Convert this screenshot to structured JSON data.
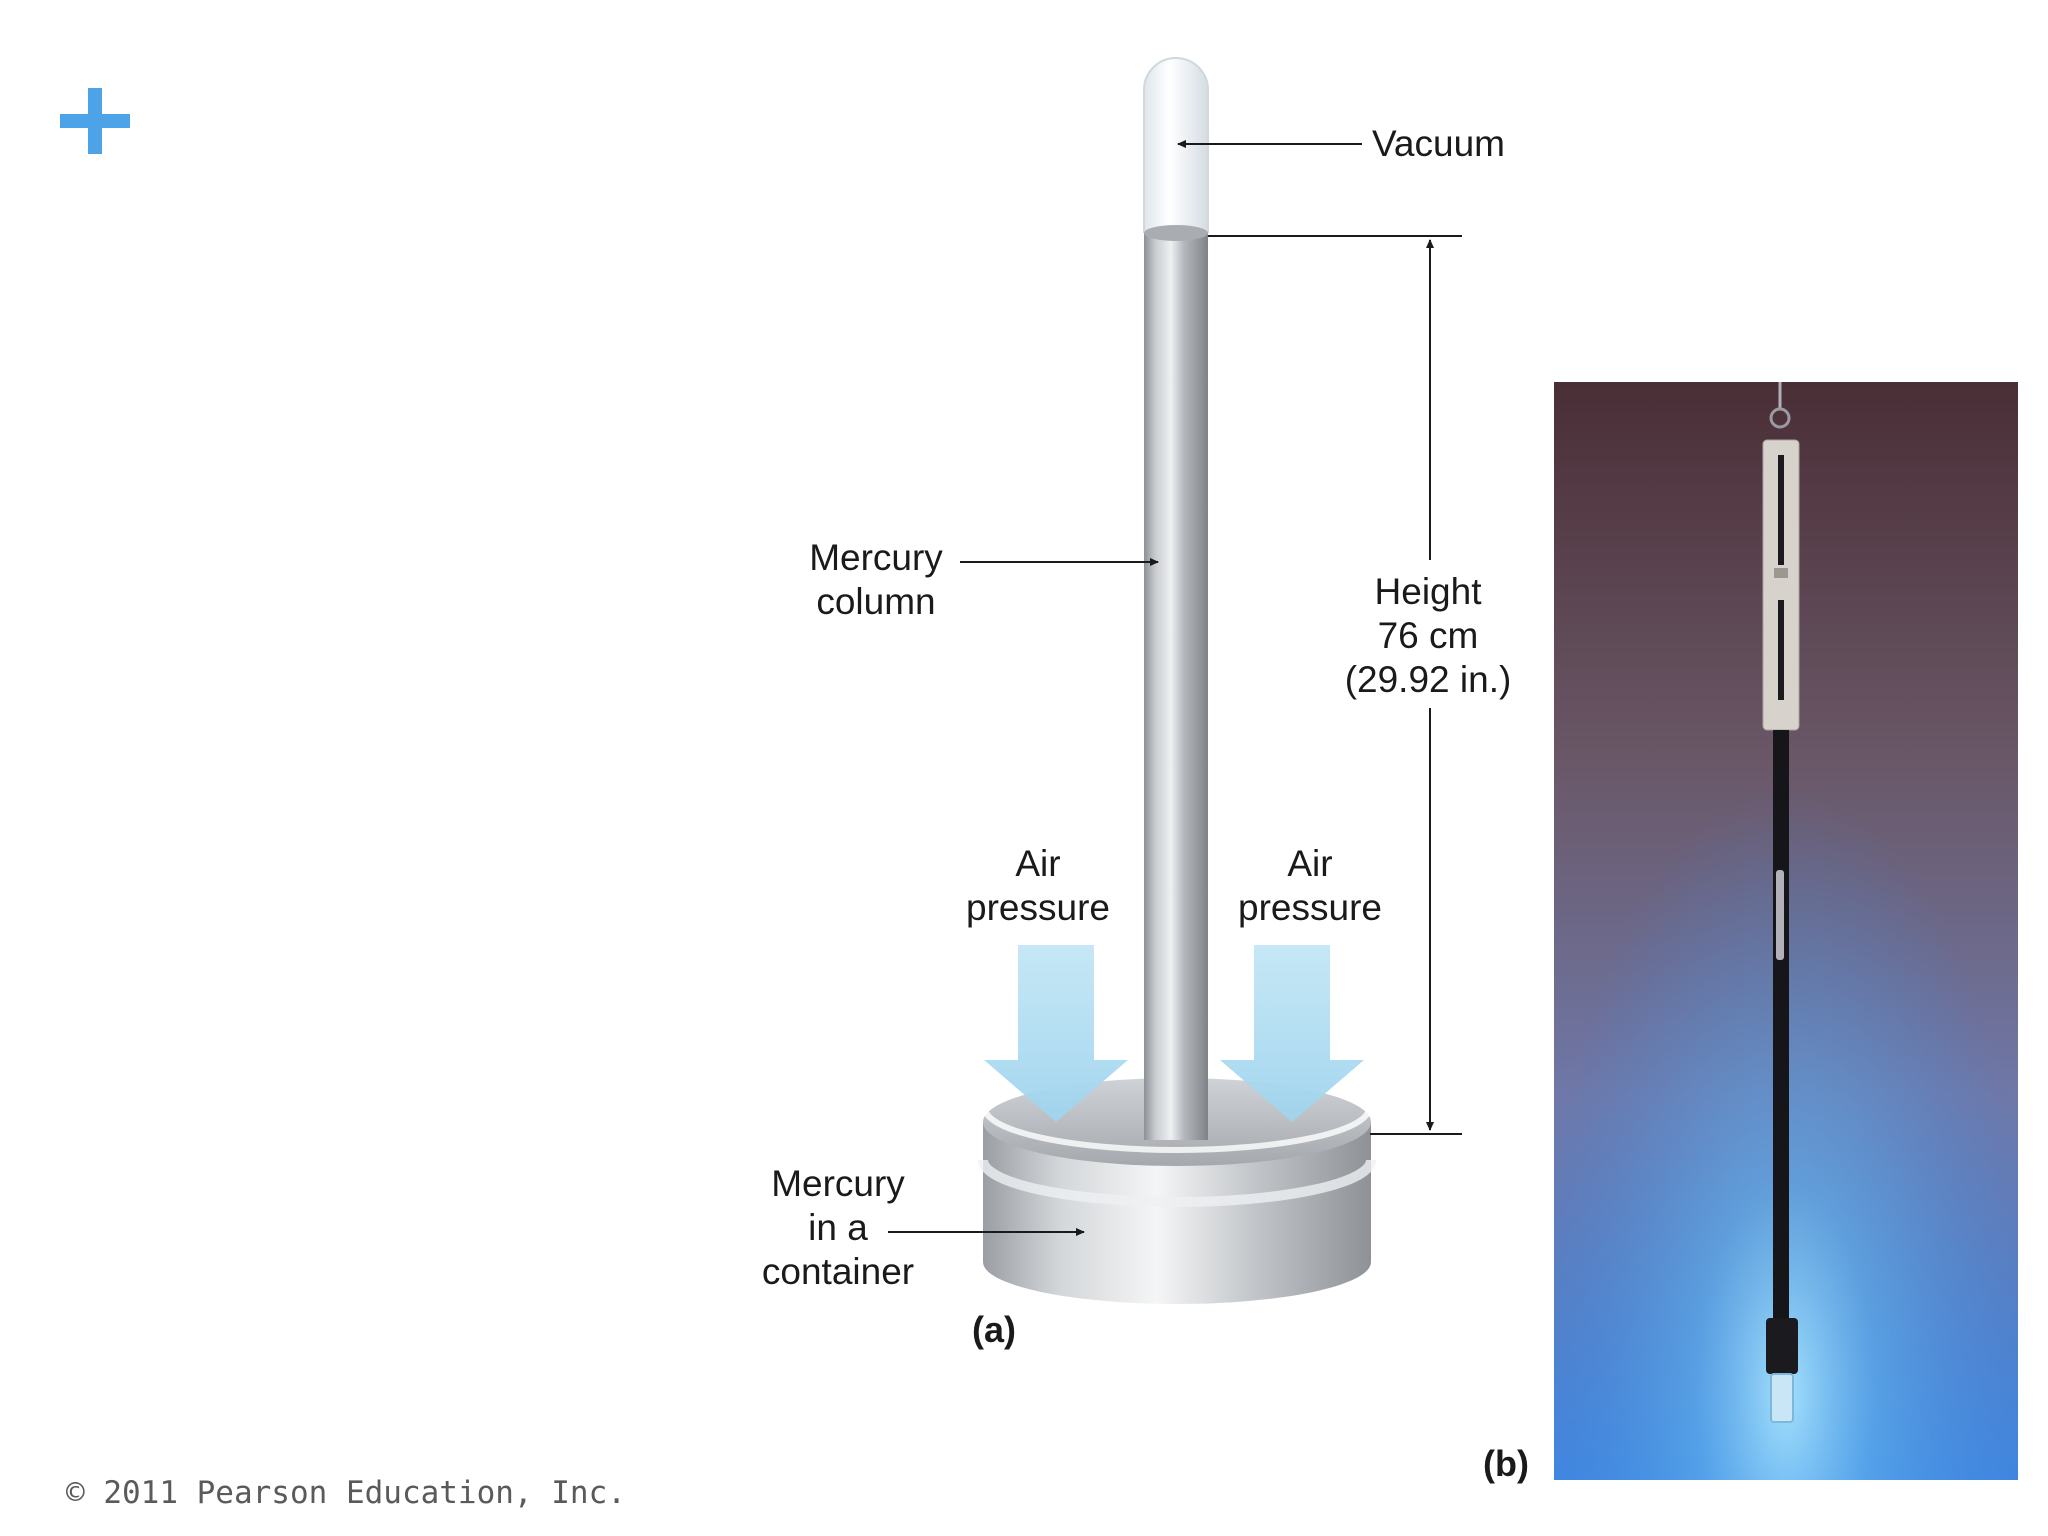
{
  "labels": {
    "vacuum": "Vacuum",
    "mercury_column": [
      "Mercury",
      "column"
    ],
    "height": [
      "Height",
      "76 cm",
      "(29.92 in.)"
    ],
    "air_pressure_left": [
      "Air",
      "pressure"
    ],
    "air_pressure_right": [
      "Air",
      "pressure"
    ],
    "mercury_container": [
      "Mercury",
      "in a",
      "container"
    ],
    "panel_a": "(a)",
    "panel_b": "(b)"
  },
  "copyright": "© 2011 Pearson Education, Inc.",
  "icons": {
    "plus": "plus-icon"
  },
  "colors": {
    "plus": "#4da3e8",
    "air_arrow": "#a6d8ef",
    "mercury": "#b8bcc0",
    "photo_top": "#4a2e36",
    "photo_bottom": "#3f86e0"
  }
}
